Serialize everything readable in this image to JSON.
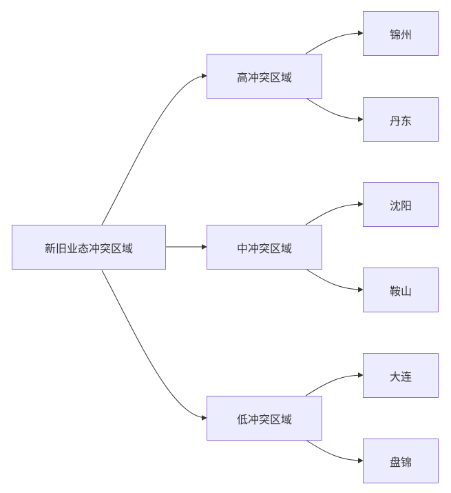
{
  "root": {
    "label": "新旧业态冲突区域"
  },
  "levels": [
    {
      "label": "高冲突区域",
      "cities": [
        {
          "label": "锦州"
        },
        {
          "label": "丹东"
        }
      ]
    },
    {
      "label": "中冲突区域",
      "cities": [
        {
          "label": "沈阳"
        },
        {
          "label": "鞍山"
        }
      ]
    },
    {
      "label": "低冲突区域",
      "cities": [
        {
          "label": "大连"
        },
        {
          "label": "盘锦"
        }
      ]
    }
  ],
  "colors": {
    "node_fill": "#ECECFF",
    "node_border": "#9370DB",
    "edge": "#333333",
    "text": "#333333"
  }
}
